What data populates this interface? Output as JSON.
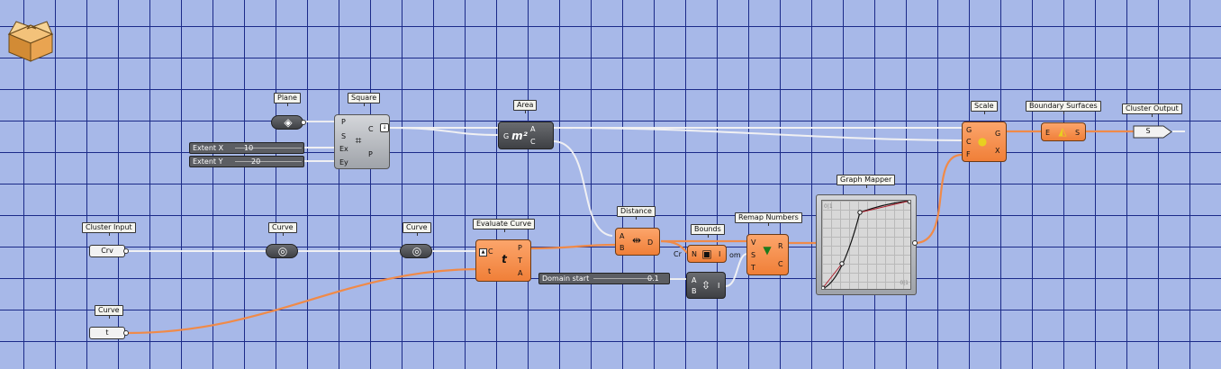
{
  "canvas": {
    "grid_color": "#1b2a88",
    "background": "#a7b8e8",
    "wire_white": "#f4f4f4",
    "wire_orange": "#f08a48"
  },
  "labels": {
    "plane": "Plane",
    "square": "Square",
    "area": "Area",
    "scale": "Scale",
    "boundary_surfaces": "Boundary Surfaces",
    "cluster_output": "Cluster Output",
    "cluster_input": "Cluster Input",
    "curve_1": "Curve",
    "curve_2": "Curve",
    "curve_3": "Curve",
    "evaluate_curve": "Evaluate Curve",
    "distance": "Distance",
    "bounds": "Bounds",
    "remap_numbers": "Remap Numbers",
    "graph_mapper": "Graph Mapper"
  },
  "sliders": {
    "extent_x": {
      "label": "Extent X",
      "value": "10"
    },
    "extent_y": {
      "label": "Extent Y",
      "value": "20"
    },
    "domain_start": {
      "label": "Domain start",
      "value": "0.1"
    }
  },
  "pills": {
    "cluster_input": "Crv",
    "curve_t": "t",
    "cluster_output": "S"
  },
  "ports": {
    "square_in": [
      "P",
      "S",
      "Ex",
      "Ey"
    ],
    "square_out": [
      "C",
      "P"
    ],
    "area_in": [
      "G"
    ],
    "area_out": [
      "A",
      "C"
    ],
    "area_icon": "m²",
    "scale_in": [
      "G",
      "C",
      "F"
    ],
    "scale_out": [
      "G",
      "X"
    ],
    "boundary_in": [
      "E"
    ],
    "boundary_out": [
      "S"
    ],
    "evaluate_in": [
      "C",
      "t"
    ],
    "evaluate_out": [
      "P",
      "T",
      "A"
    ],
    "distance_in": [
      "A",
      "B"
    ],
    "distance_out": [
      "D"
    ],
    "bounds_in": [
      "N"
    ],
    "bounds_out": [
      "I"
    ],
    "bounds_partial": "Cr",
    "bounds_partial_right": "om",
    "remap_in": [
      "V",
      "S",
      "T"
    ],
    "remap_out": [
      "R",
      "C"
    ],
    "construct_in": [
      "A",
      "B"
    ],
    "construct_out": [
      "I"
    ]
  },
  "graph": {
    "corner_top": "0|1",
    "corner_bottom": "0|1"
  },
  "icons": {
    "cluster": "cluster-box-icon",
    "plane": "plane-icon",
    "square": "square-grid-icon",
    "area": "area-icon",
    "curve": "curve-param-icon",
    "evaluate": "evaluate-curve-icon",
    "distance": "distance-icon",
    "bounds": "bounds-icon",
    "remap": "remap-icon",
    "construct_domain": "construct-domain-icon",
    "scale": "scale-icon",
    "boundary": "boundary-surface-icon"
  }
}
